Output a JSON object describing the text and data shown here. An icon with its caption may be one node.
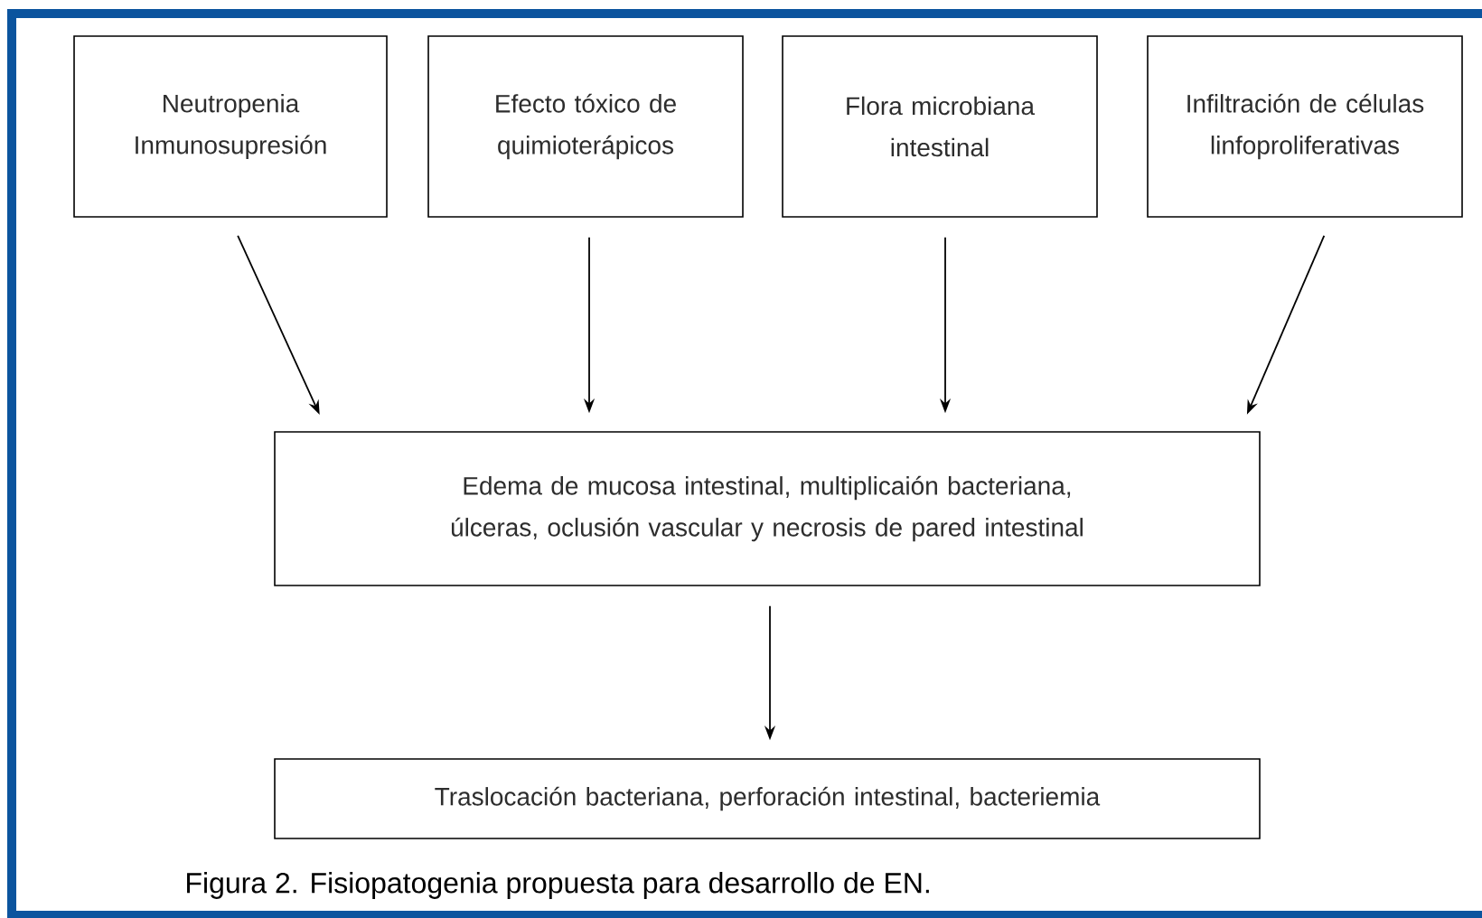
{
  "diagram": {
    "caption": "Figura 2. Fisiopatogenia propuesta para desarrollo de EN.",
    "nodes": [
      {
        "text": [
          "Neutropenia Inmunosupresión"
        ]
      },
      {
        "text": [
          "Efecto tóxico de quimioterápicos"
        ]
      },
      {
        "text": [
          "Flora microbiana intestinal"
        ]
      },
      {
        "text": [
          "Infiltración de células linfoproliferativas"
        ]
      },
      {
        "text": [
          "Edema de mucosa intestinal, multiplicaión bacteriana, úlceras, oclusión vascular y necrosis de pared intestinal"
        ]
      },
      {
        "text": [
          "Traslocación bacteriana, perforación intestinal, bacteriemia"
        ]
      }
    ],
    "edges": [
      {
        "from": 0,
        "to": 4,
        "arrow": "to"
      },
      {
        "from": 1,
        "to": 4,
        "arrow": "to"
      },
      {
        "from": 2,
        "to": 4,
        "arrow": "to"
      },
      {
        "from": 3,
        "to": 4,
        "arrow": "to"
      },
      {
        "from": 4,
        "to": 5,
        "arrow": "to"
      }
    ]
  }
}
